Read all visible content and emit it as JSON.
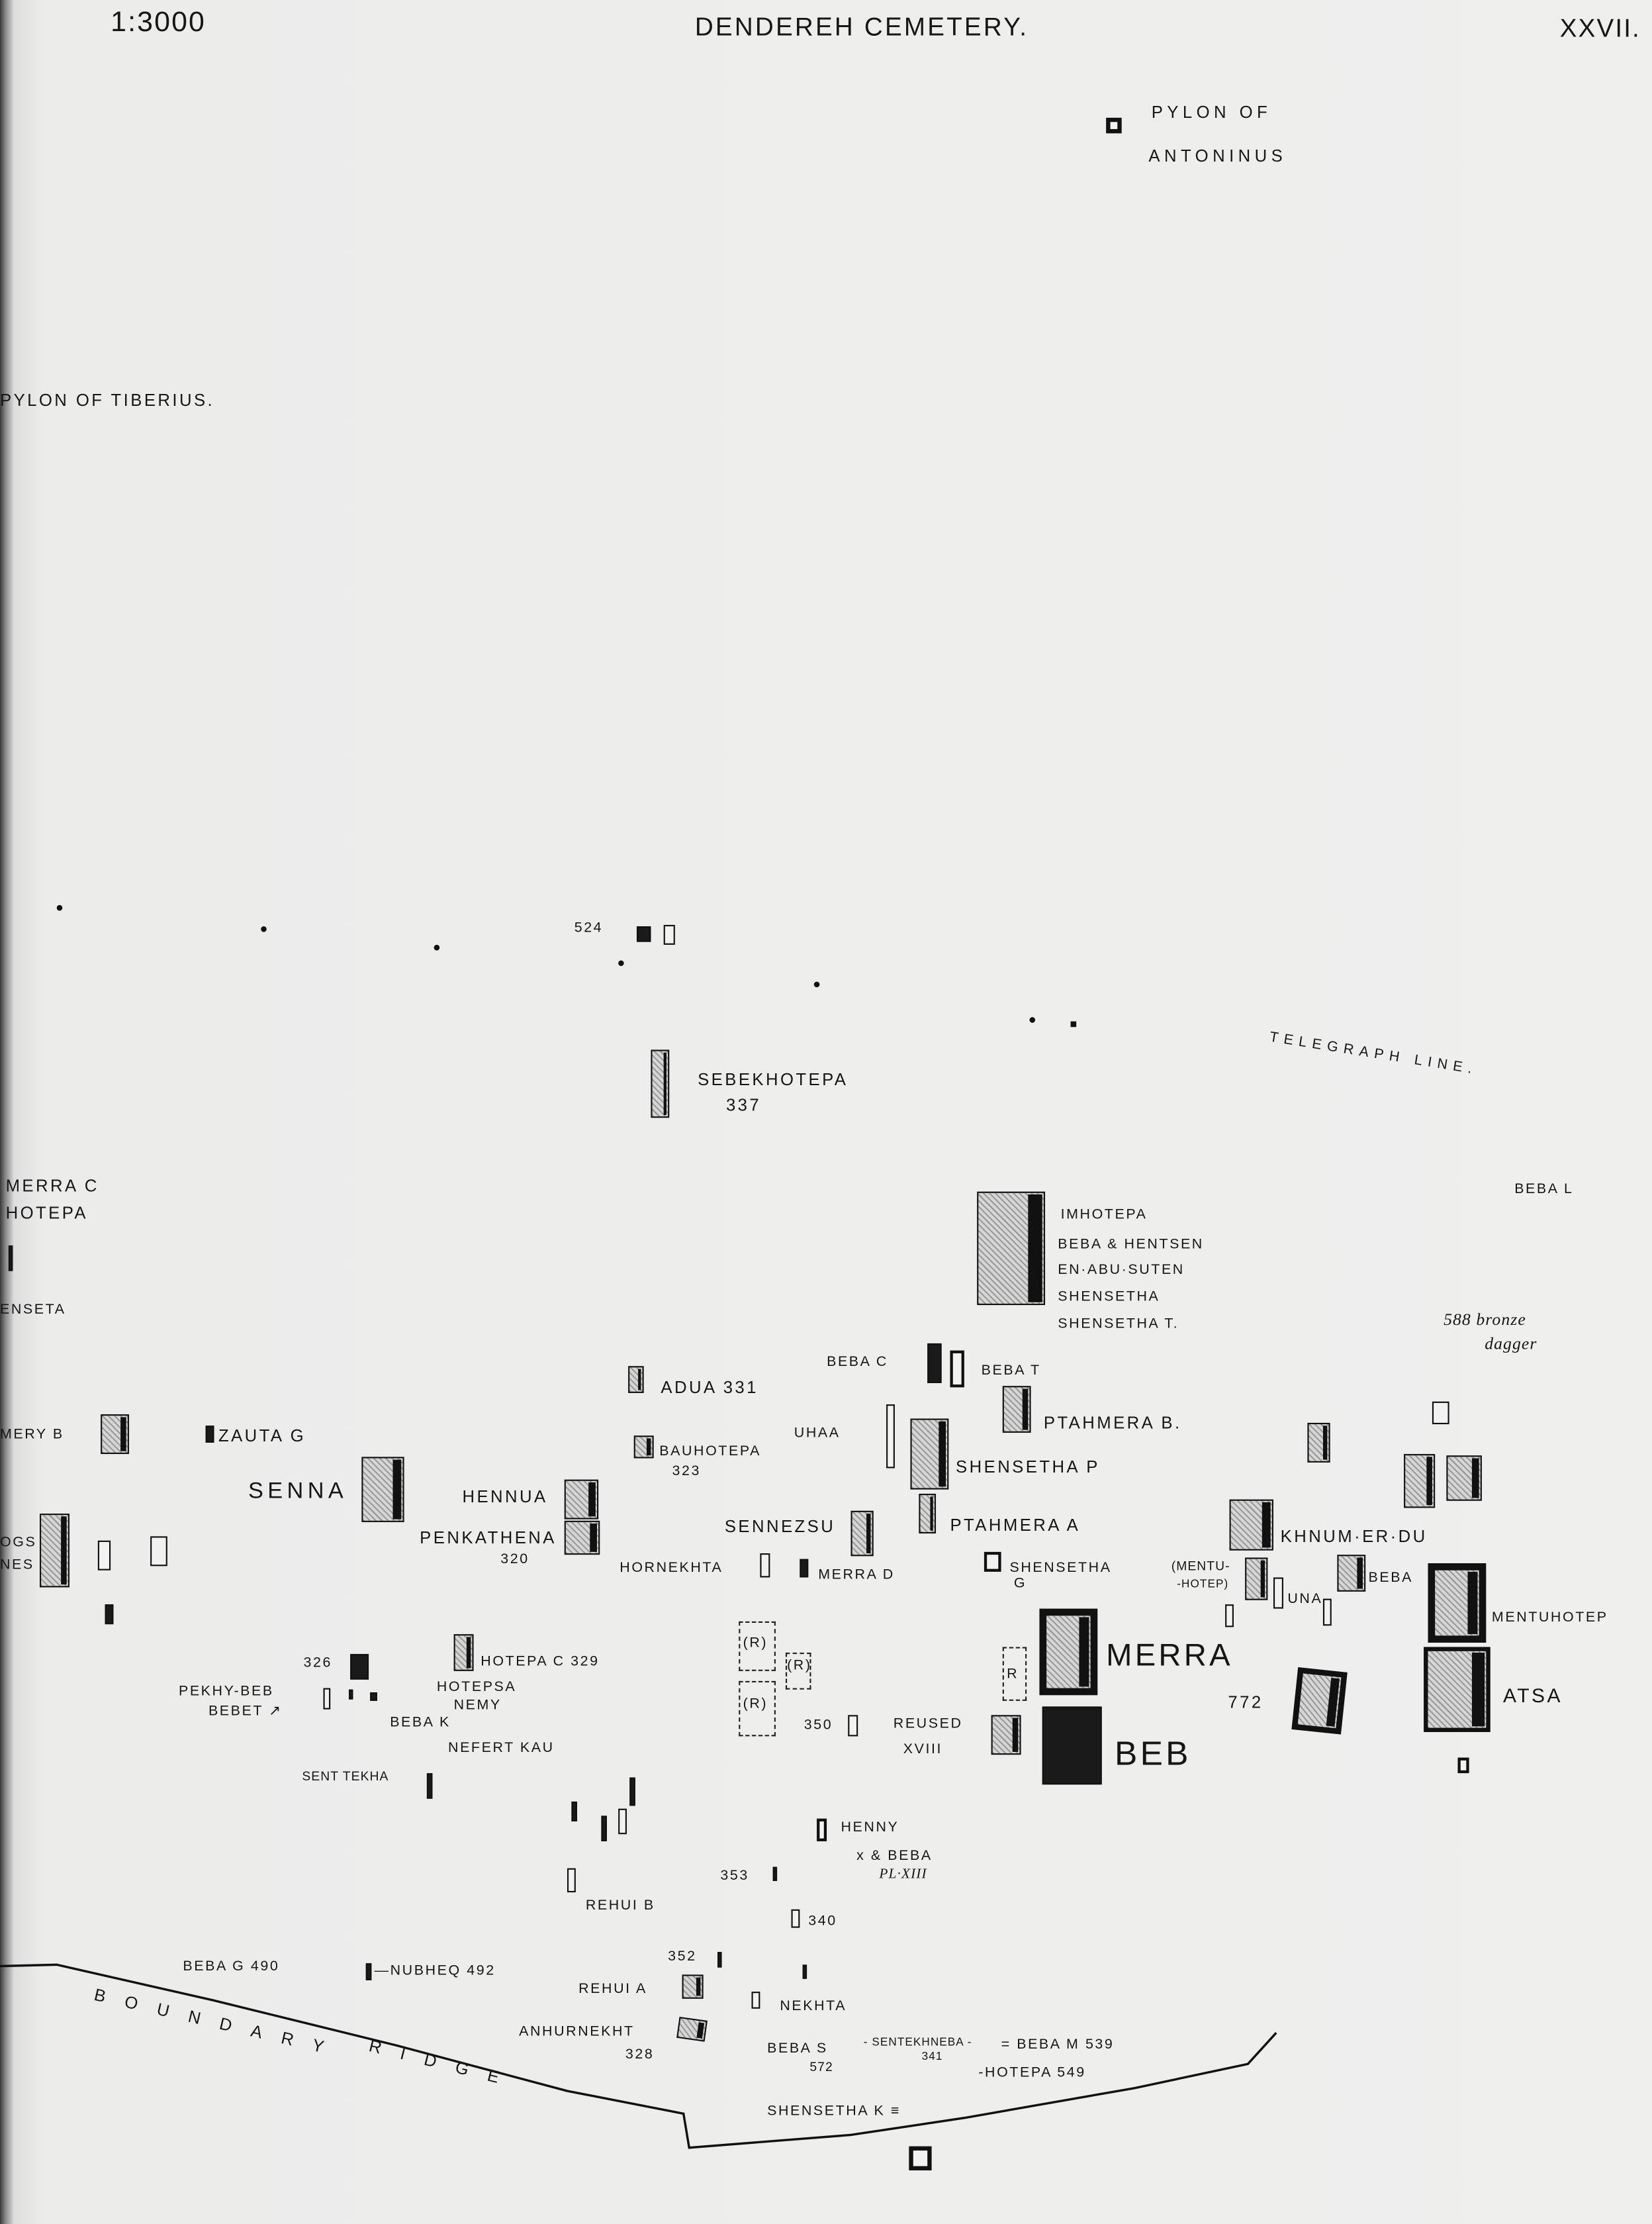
{
  "header": {
    "scale": "1:3000",
    "title": "DENDEREH CEMETERY.",
    "plate": "XXVII."
  },
  "labels": {
    "pylon_of": "PYLON OF",
    "antoninus": "ANTONINUS",
    "pylon_tiberius": "PYLON OF TIBERIUS.",
    "n524": "524",
    "telegraph": "TELEGRAPH LINE.",
    "sebekhotepa": "SEBEKHOTEPA",
    "n337": "337",
    "merra_c": "MERRA C",
    "hotepa_left": "HOTEPA",
    "beba_l": "BEBA L",
    "imhotepa": "IMHOTEPA",
    "beba_hentsen": "BEBA & HENTSEN",
    "en_abu_suten": "EN·ABU·SUTEN",
    "shensetha": "SHENSETHA",
    "shensetha_t": "SHENSETHA T.",
    "bronze": "588 bronze",
    "dagger": "dagger",
    "enseta": "ENSETA",
    "beba_c": "BEBA C",
    "beba_t": "BEBA T",
    "adua": "ADUA 331",
    "ptahmera_b": "PTAHMERA B.",
    "uhaa": "UHAA",
    "mery_b": "MERY B",
    "zauta_g": "ZAUTA G",
    "bauhotepa": "BAUHOTEPA",
    "n323": "323",
    "shensetha_p": "SHENSETHA P",
    "senna": "SENNA",
    "hennua": "HENNUA",
    "ptahmera_a": "PTAHMERA A",
    "sennezsu": "SENNEZSU",
    "khnum": "KHNUM·ER·DU",
    "penkathena": "PENKATHENA",
    "n320": "320",
    "dogs": "OGS",
    "bones": "NES",
    "hornekhta": "HORNEKHTA",
    "merra_d": "MERRA D",
    "shensetha_g": "SHENSETHA",
    "g": "G",
    "mentu1": "(MENTU-",
    "mentu2": "-HOTEP)",
    "beba": "BEBA",
    "una": "UNA",
    "mentuhotep": "MENTUHOTEP",
    "merra": "MERRA",
    "hotepa_c": "HOTEPA C 329",
    "n326": "326",
    "r1": "(R)",
    "r2": "(R)",
    "r3": "(R)",
    "r4": "R",
    "hotepsa": "HOTEPSA",
    "pekhy_beb": "PEKHY-BEB",
    "nemy": "NEMY",
    "bebet": "BEBET ↗",
    "n772": "772",
    "atsa": "ATSA",
    "beba_k": "BEBA K",
    "n350": "350",
    "reused": "REUSED",
    "xviii": "XVIII",
    "nefert_kau": "NEFERT KAU",
    "beb": "BEB",
    "sent_tekha": "SENT TEKHA",
    "henny": "HENNY",
    "x_beba": "x & BEBA",
    "pl_xiii": "PL·XIII",
    "n353": "353",
    "rehui_b": "REHUI B",
    "n340": "340",
    "n352": "352",
    "beba_g": "BEBA G 490",
    "nubheq": "—NUBHEQ 492",
    "rehui_a": "REHUI A",
    "nekhta": "NEKHTA",
    "anhurnekht": "ANHURNEKHT",
    "n328": "328",
    "beba_s": "BEBA S",
    "n572": "572",
    "sentekhneba": "- SENTEKHNEBA -",
    "n341": "341",
    "beba_m": "= BEBA M 539",
    "hotepa_549": "-HOTEPA 549",
    "shensetha_k": "SHENSETHA K ≡",
    "boundary": "BOUNDARY",
    "ridge": "RIDGE"
  }
}
